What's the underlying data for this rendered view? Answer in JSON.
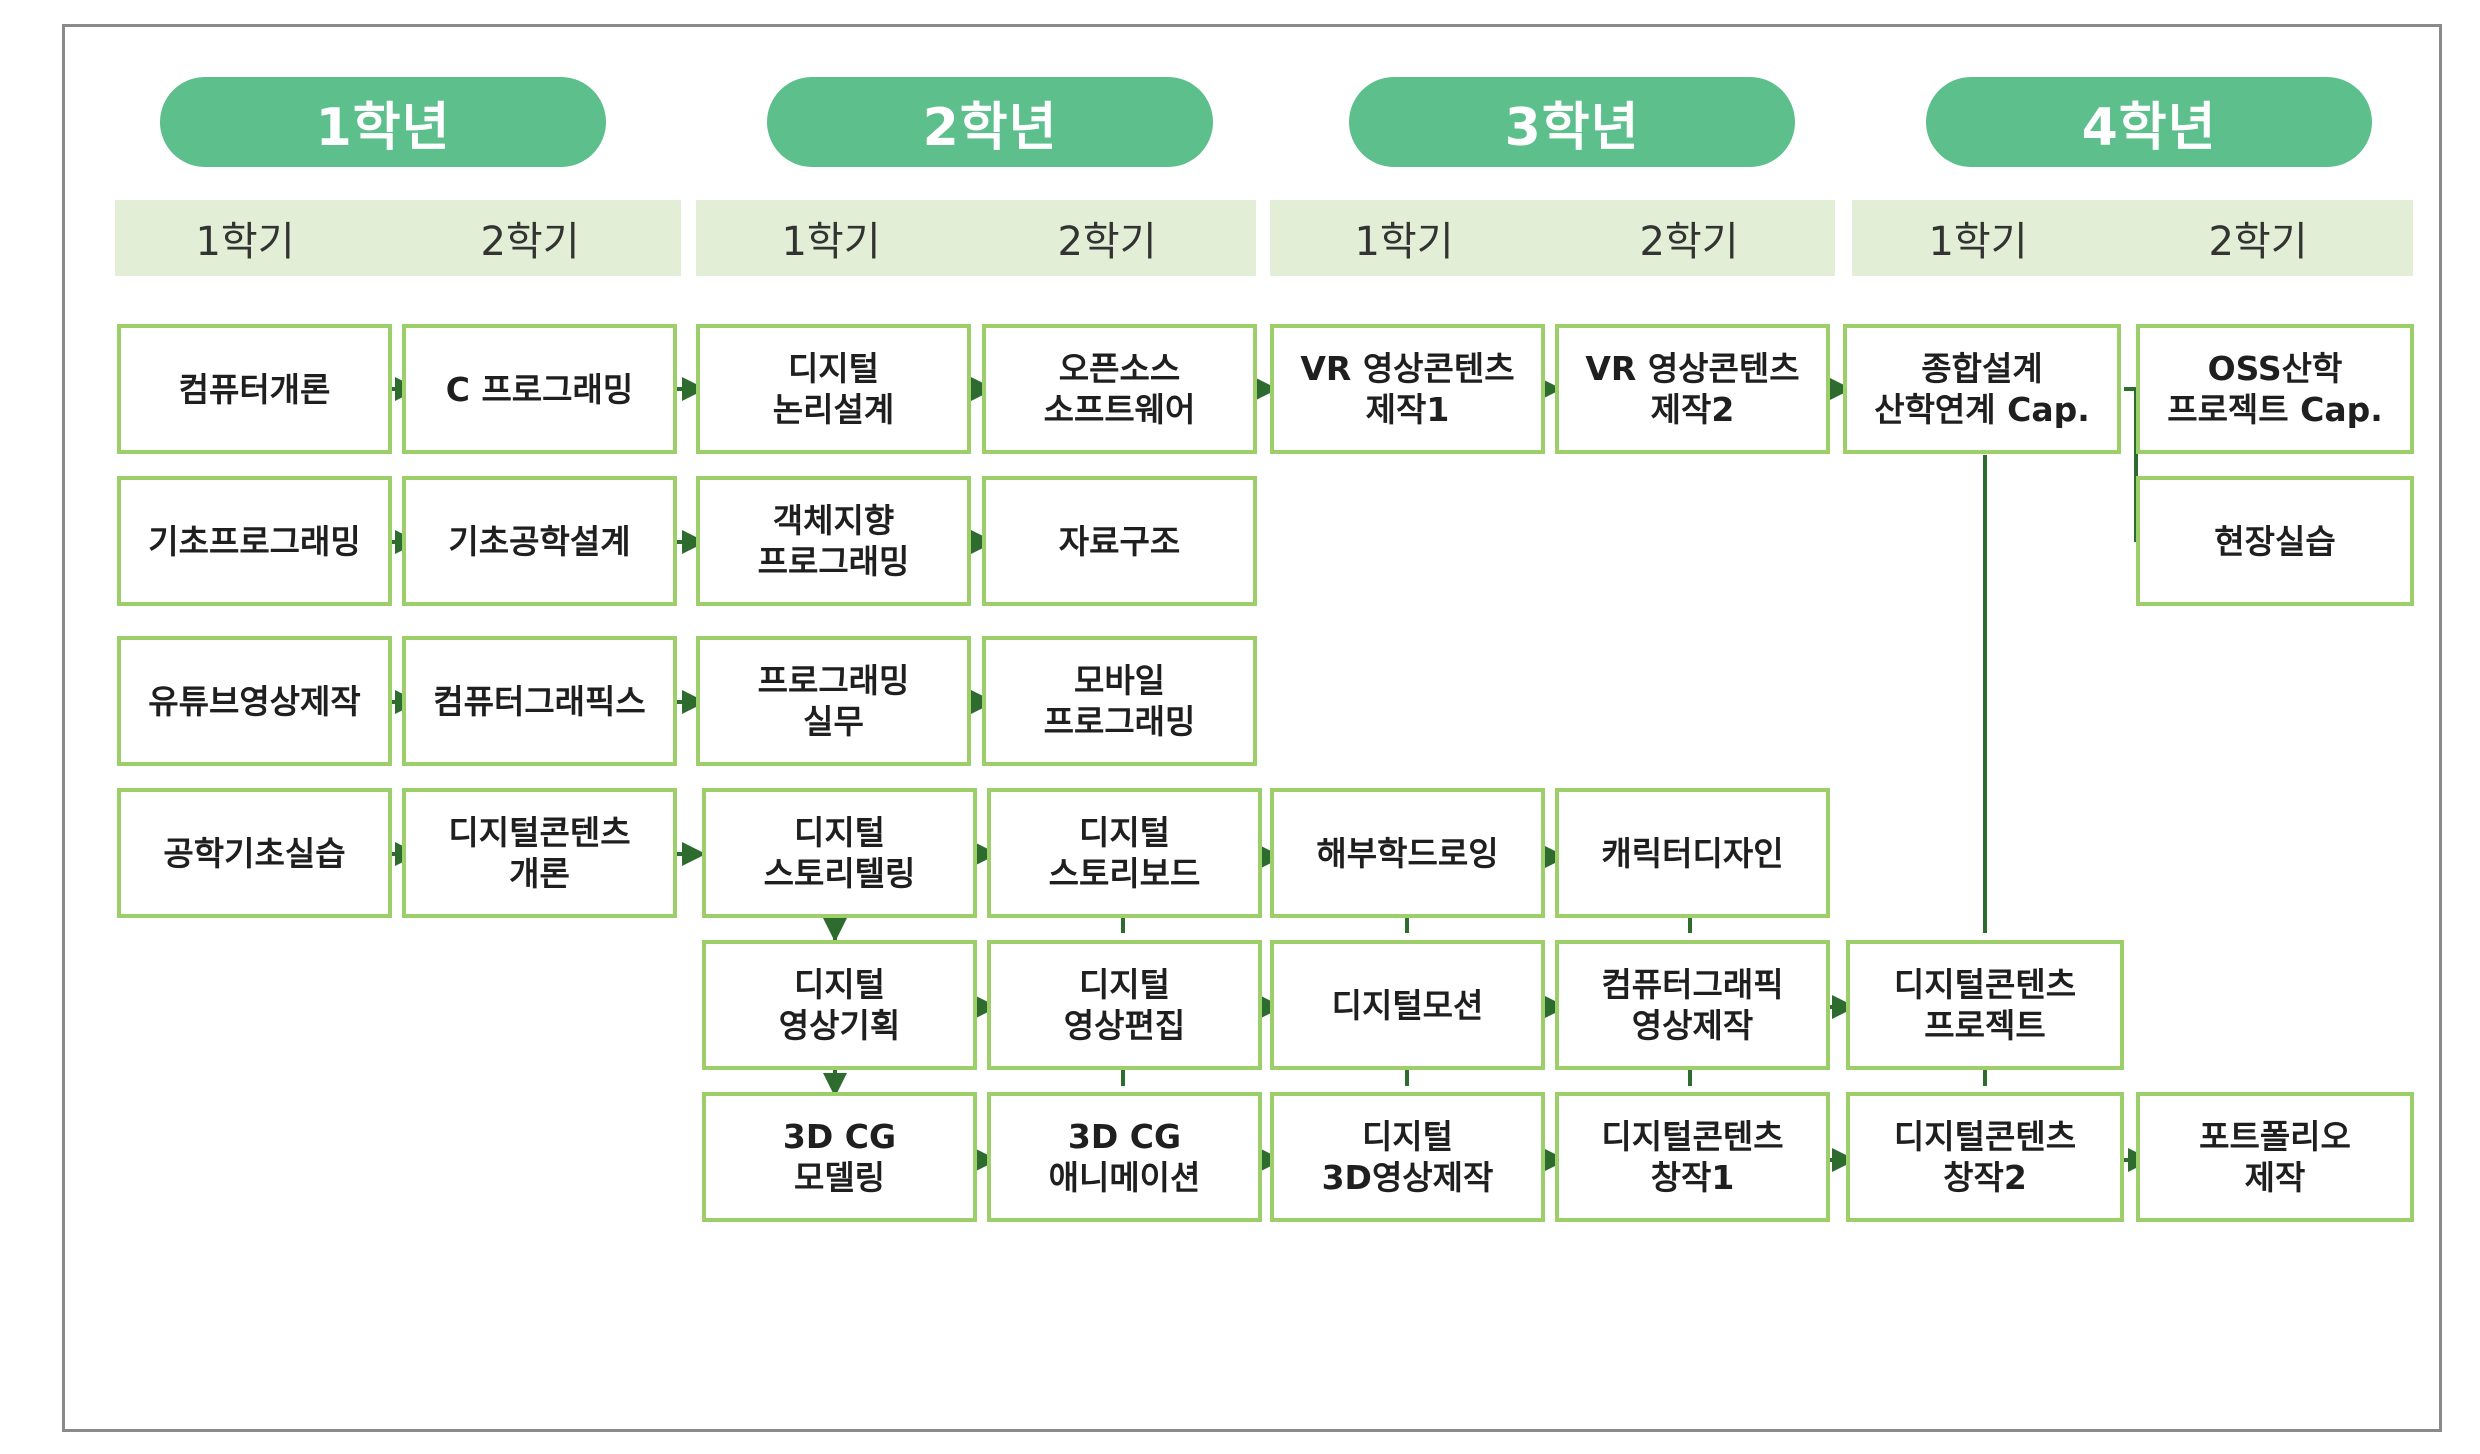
{
  "years": [
    "1학년",
    "2학년",
    "3학년",
    "4학년"
  ],
  "semesters": [
    "1학기",
    "2학기",
    "1학기",
    "2학기",
    "1학기",
    "2학기",
    "1학기",
    "2학기"
  ],
  "courses": [
    "컴퓨터개론",
    "C 프로그래밍",
    "디지털\n논리설계",
    "오픈소스\n소프트웨어",
    "VR 영상콘텐츠\n제작1",
    "VR 영상콘텐츠\n제작2",
    "종합설계\n산학연계 Cap.",
    "OSS산학\n프로젝트 Cap.",
    "기초프로그래밍",
    "기초공학설계",
    "객체지향\n프로그래밍",
    "자료구조",
    "현장실습",
    "유튜브영상제작",
    "컴퓨터그래픽스",
    "프로그래밍\n실무",
    "모바일\n프로그래밍",
    "공학기초실습",
    "디지털콘텐츠\n개론",
    "디지털\n스토리텔링",
    "디지털\n스토리보드",
    "해부학드로잉",
    "캐릭터디자인",
    "디지털\n영상기획",
    "디지털\n영상편집",
    "디지털모션",
    "컴퓨터그래픽\n영상제작",
    "디지털콘텐츠\n프로젝트",
    "3D CG\n모델링",
    "3D CG\n애니메이션",
    "디지털\n3D영상제작",
    "디지털콘텐츠\n창작1",
    "디지털콘텐츠\n창작2",
    "포트폴리오\n제작"
  ],
  "colors": {
    "year_fill": "#5cbf8c",
    "semester_band": "#e2efd6",
    "box_border": "#9ccf6a",
    "arrow": "#2e6b2e",
    "frame": "#8a8a8a"
  }
}
